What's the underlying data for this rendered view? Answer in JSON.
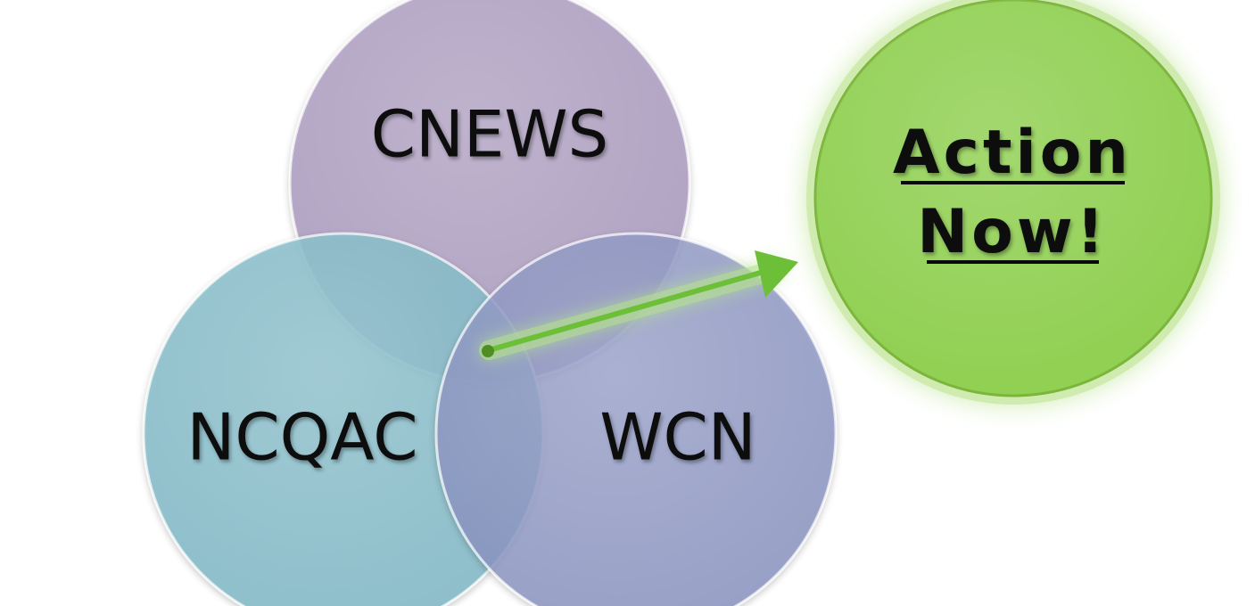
{
  "diagram": {
    "circles": [
      {
        "id": "cnews",
        "label": "CNEWS",
        "color": "#a898bd"
      },
      {
        "id": "ncqac",
        "label": "NCQAC",
        "color": "#7fb9c6"
      },
      {
        "id": "wcn",
        "label": "WCN",
        "color": "#8790bf"
      }
    ],
    "action": {
      "line1": "Action",
      "line2": "Now!",
      "color": "#8fcf50",
      "glow_color": "#a8dc70"
    },
    "arrow": {
      "color": "#6cbf36",
      "glow_color": "#b6e28f"
    }
  }
}
